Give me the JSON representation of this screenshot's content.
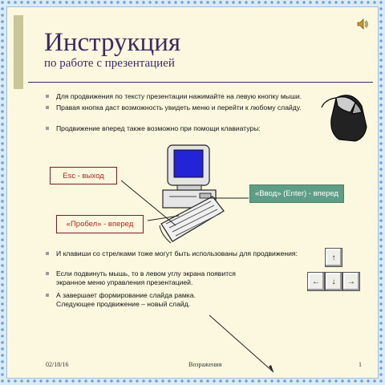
{
  "slide": {
    "title": "Инструкция",
    "subtitle": "по работе с презентацией"
  },
  "bullets": [
    "Для продвижения по тексту презентации нажимайте на левую кнопку мыши.",
    "Правая кнопка даст возможность увидеть меню и перейти к любому слайду.",
    "Продвижение вперед также возможно при помощи клавиатуры:"
  ],
  "callouts": {
    "esc": "Esc - выход",
    "enter": "«Ввод» (Enter) - вперед",
    "space": "«Пробел» - вперед"
  },
  "bullets_lower": [
    "И клавиши со стрелками тоже могут быть использованы для продвижения:",
    "Если подвинуть мышь, то в левом углу экрана появится",
    "экранное меню управления презентацией.",
    "А завершает формирование слайда рамка.",
    "Следующее продвижение – новый слайд."
  ],
  "arrow_keys": {
    "up": "↑",
    "left": "←",
    "down": "↓",
    "right": "→"
  },
  "footer": {
    "date": "02/18/16",
    "center": "Возражения",
    "page": "1"
  },
  "colors": {
    "title": "#3a2b62",
    "callout_border": "#7b1d1d",
    "callout_text": "#b22222",
    "callout_green": "#5f9e86",
    "slide_bg": "#fbf8df"
  },
  "icons": [
    "sound-icon",
    "mouse-icon",
    "computer-icon",
    "keyboard-icon"
  ]
}
